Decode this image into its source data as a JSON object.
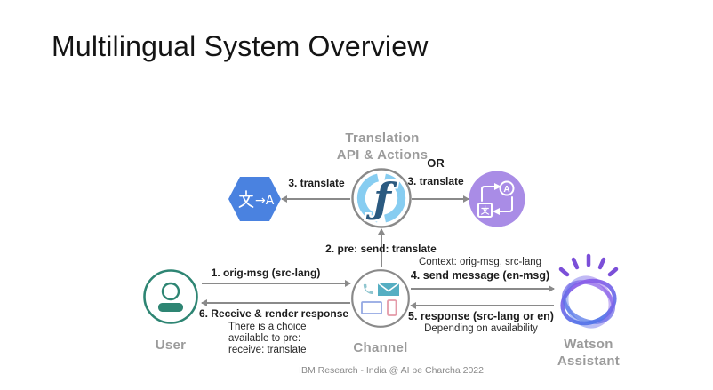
{
  "slide": {
    "title": "Multilingual System Overview",
    "footer": "IBM Research - India @ AI pe Charcha 2022"
  },
  "nodes": {
    "translation_api": {
      "line1": "Translation",
      "line2": "API & Actions"
    },
    "cloud_functions": {
      "glyph": "ƒ"
    },
    "google_translate": {
      "glyph": "文→A",
      "arrow_a": "→A"
    },
    "watson_translator": {
      "letter_a": "A",
      "letter_wen": "文"
    },
    "user": {
      "label": "User"
    },
    "channel": {
      "label": "Channel"
    },
    "watson_assistant": {
      "line1": "Watson",
      "line2": "Assistant"
    }
  },
  "edges": {
    "translate_left": {
      "label": "3. translate"
    },
    "translate_right": {
      "or_label": "OR",
      "label": "3. translate"
    },
    "pre_send_translate": {
      "label": "2. pre: send: translate"
    },
    "orig_msg": {
      "label": "1. orig-msg (src-lang)"
    },
    "receive_render": {
      "label": "6. Receive & render response",
      "note1": "There is a choice",
      "note2": "available to pre:",
      "note3": "receive: translate"
    },
    "send_message": {
      "context": "Context: orig-msg, src-lang",
      "label": "4. send message (en-msg)"
    },
    "response": {
      "label": "5. response (src-lang or en)",
      "note": "Depending on availability"
    }
  },
  "colors": {
    "google_blue": "#4a82e0",
    "watson_purple": "#a98ce6",
    "functions_navy": "#2b5a80",
    "functions_lightblue": "#87cdf1",
    "user_teal": "#2e8573",
    "arrow_gray": "#8a8a8a",
    "label_gray": "#9b9b9b",
    "envelope_teal": "#55aec2",
    "phone_teal": "#8fc5cf",
    "laptop_blue": "#93a8e2",
    "mobile_pink": "#e49aa8",
    "watson_gradient_top": "#8a5ce8",
    "watson_gradient_bottom": "#4f74e8"
  }
}
